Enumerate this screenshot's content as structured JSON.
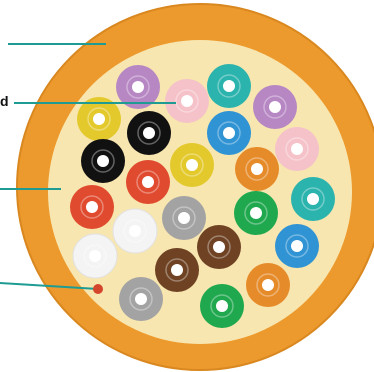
{
  "colors": {
    "jacket": "#ec9a2e",
    "jacket_edge": "#d9871f",
    "core": "#f8e6b0",
    "leader_line": "#1e9c93",
    "strength_member_dot": "#d4462b",
    "fiber_core": "#ffffff"
  },
  "labels": [
    {
      "id": "jacket",
      "text": ""
    },
    {
      "id": "fiber-tube",
      "text": "d"
    },
    {
      "id": "aramid-yarn",
      "text": ""
    },
    {
      "id": "ripcord",
      "text": ""
    }
  ],
  "fibers": [
    {
      "color": "#b787c4",
      "name": "violet"
    },
    {
      "color": "#f5c2c9",
      "name": "rose"
    },
    {
      "color": "#2bb3ad",
      "name": "aqua"
    },
    {
      "color": "#b787c4",
      "name": "violet"
    },
    {
      "color": "#e3c92c",
      "name": "yellow"
    },
    {
      "color": "#111111",
      "name": "black"
    },
    {
      "color": "#2f93d4",
      "name": "blue"
    },
    {
      "color": "#f5c2c9",
      "name": "rose"
    },
    {
      "color": "#111111",
      "name": "black"
    },
    {
      "color": "#e3c92c",
      "name": "yellow"
    },
    {
      "color": "#e68b2a",
      "name": "orange"
    },
    {
      "color": "#e04a2e",
      "name": "red"
    },
    {
      "color": "#e04a2e",
      "name": "red"
    },
    {
      "color": "#1fa84e",
      "name": "green"
    },
    {
      "color": "#2bb3ad",
      "name": "aqua"
    },
    {
      "color": "#a3a3a3",
      "name": "slate"
    },
    {
      "color": "#f4f4f4",
      "name": "white"
    },
    {
      "color": "#6e4223",
      "name": "brown"
    },
    {
      "color": "#2f93d4",
      "name": "blue"
    },
    {
      "color": "#f4f4f4",
      "name": "white"
    },
    {
      "color": "#6e4223",
      "name": "brown"
    },
    {
      "color": "#e68b2a",
      "name": "orange"
    },
    {
      "color": "#a3a3a3",
      "name": "slate"
    },
    {
      "color": "#1fa84e",
      "name": "green"
    }
  ]
}
